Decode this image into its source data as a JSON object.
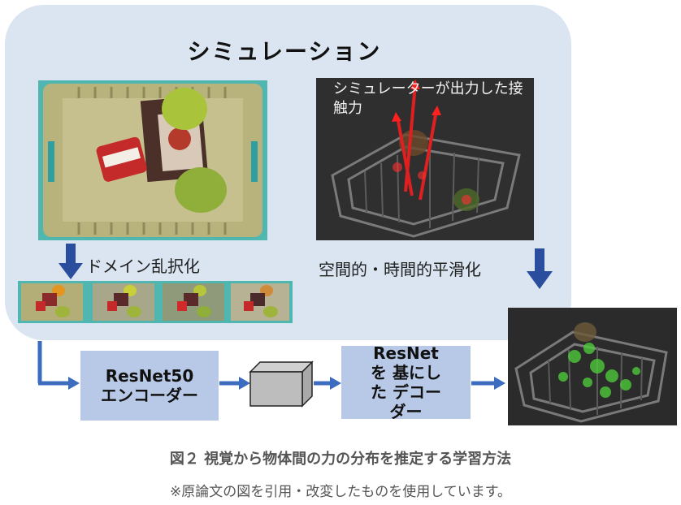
{
  "simulation": {
    "title": "シミュレーション"
  },
  "labels": {
    "domain_randomization": "ドメイン乱択化",
    "force_overlay": "シミュレーターが出力した接触力",
    "smoothing": "空間的・時間的平滑化"
  },
  "pipeline": {
    "encoder": "ResNet50 エンコーダー",
    "decoder": "ResNetを 基にした デコーダー"
  },
  "caption": "図２ 視覚から物体間の力の分布を推定する学習方法",
  "note": "※原論文の図を引用・改変したものを使用しています。",
  "colors": {
    "panel": "#dae5f1",
    "box": "#b7c9e6",
    "arrow": "#2e5fb5"
  }
}
